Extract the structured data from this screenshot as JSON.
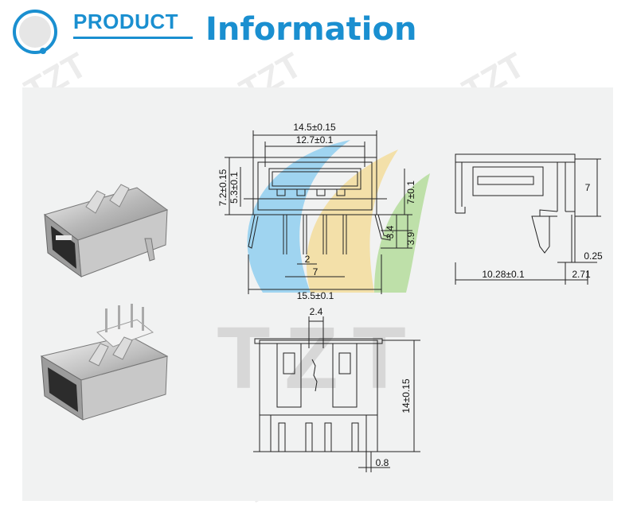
{
  "header": {
    "product_label": "PRODUCT",
    "title": "Information",
    "accent_color": "#1a8fd0"
  },
  "brand": {
    "watermark_text": "TZT",
    "center_logo_text": "TZT"
  },
  "photos": [
    {
      "icon": "usb-connector-photo-front"
    },
    {
      "icon": "usb-connector-photo-back"
    }
  ],
  "front_view": {
    "dims": {
      "top_outer_width": "14.5±0.15",
      "top_inner_width": "12.7±0.1",
      "left_outer_height": "7.2±0.15",
      "left_inner_height": "5.3±0.1",
      "right_height": "7±0.1",
      "pin_height": "3.4",
      "pin_height_total": "3.9",
      "pin_pitch": "2",
      "pin_span": "7",
      "bottom_width": "15.5±0.1"
    }
  },
  "side_view": {
    "dims": {
      "height": "7",
      "thickness": "0.25",
      "depth": "10.28±0.1",
      "leg_offset": "2.71"
    }
  },
  "top_view": {
    "dims": {
      "gap_width": "2.4",
      "length": "14±0.15",
      "pin_width": "0.8"
    }
  }
}
